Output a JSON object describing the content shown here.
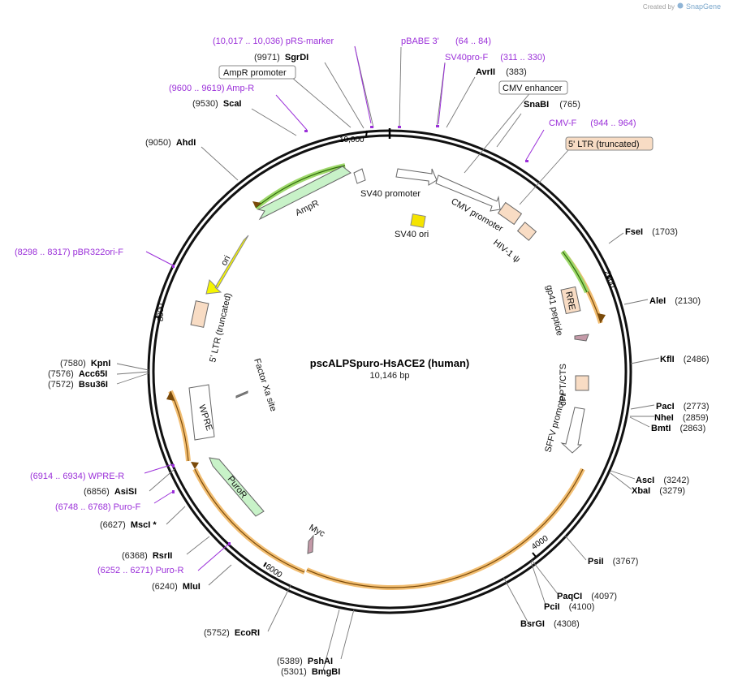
{
  "credit": {
    "prefix": "Created by",
    "brand": "SnapGene"
  },
  "plasmid": {
    "name": "pscALPSpuro-HsACE2 (human)",
    "size": "10,146 bp"
  },
  "ticks": [
    "10,000",
    "2000",
    "4000",
    "6000",
    "8000"
  ],
  "features": {
    "sv40_promoter": "SV40 promoter",
    "cmv_promoter": "CMV promoter",
    "hiv_psi": "HIV-1 ψ",
    "rre": "RRE",
    "gp41": "gp41 peptide",
    "cppt": "cPPT/CTS",
    "sffv": "SFFV promoter",
    "ampr": "AmpR",
    "ori": "ori",
    "sv40_ori": "SV40 ori",
    "ltr_trunc": "5' LTR (truncated)",
    "factor_xa": "Factor Xa site",
    "wpre": "WPRE",
    "puror": "PuroR",
    "myc": "Myc"
  },
  "boxed_labels": {
    "ampr_promoter": "AmpR promoter",
    "cmv_enhancer": "CMV enhancer",
    "ltr5": "5' LTR (truncated)"
  },
  "enzymes": [
    {
      "pos": "(9971)",
      "name": "SgrDI"
    },
    {
      "pos": "(9530)",
      "name": "ScaI"
    },
    {
      "pos": "(9050)",
      "name": "AhdI"
    },
    {
      "pos": "(383)",
      "name": "AvrII"
    },
    {
      "pos": "(765)",
      "name": "SnaBI"
    },
    {
      "pos": "(1703)",
      "name": "FseI"
    },
    {
      "pos": "(2130)",
      "name": "AleI"
    },
    {
      "pos": "(2486)",
      "name": "KflI"
    },
    {
      "pos": "(2773)",
      "name": "PacI"
    },
    {
      "pos": "(2859)",
      "name": "NheI"
    },
    {
      "pos": "(2863)",
      "name": "BmtI"
    },
    {
      "pos": "(3242)",
      "name": "AscI"
    },
    {
      "pos": "(3279)",
      "name": "XbaI"
    },
    {
      "pos": "(3767)",
      "name": "PsiI"
    },
    {
      "pos": "(4097)",
      "name": "PaqCI"
    },
    {
      "pos": "(4100)",
      "name": "PciI"
    },
    {
      "pos": "(4308)",
      "name": "BsrGI"
    },
    {
      "pos": "(5389)",
      "name": "PshAI"
    },
    {
      "pos": "(5301)",
      "name": "BmgBI"
    },
    {
      "pos": "(5752)",
      "name": "EcoRI"
    },
    {
      "pos": "(6240)",
      "name": "MluI"
    },
    {
      "pos": "(6368)",
      "name": "RsrII"
    },
    {
      "pos": "(6627)",
      "name": "MscI *"
    },
    {
      "pos": "(6856)",
      "name": "AsiSI"
    },
    {
      "pos": "(7580)",
      "name": "KpnI"
    },
    {
      "pos": "(7576)",
      "name": "Acc65I"
    },
    {
      "pos": "(7572)",
      "name": "Bsu36I"
    }
  ],
  "primers": [
    {
      "pos": "(10,017 .. 10,036)",
      "name": "pRS-marker"
    },
    {
      "pos": "",
      "name": "pBABE 3'"
    },
    {
      "pos": "(64 .. 84)",
      "name": ""
    },
    {
      "pos": "(311 .. 330)",
      "name": "SV40pro-F"
    },
    {
      "pos": "(9600 .. 9619)",
      "name": "Amp-R"
    },
    {
      "pos": "(944 .. 964)",
      "name": "CMV-F"
    },
    {
      "pos": "(8298 .. 8317)",
      "name": "pBR322ori-F"
    },
    {
      "pos": "(6914 .. 6934)",
      "name": "WPRE-R"
    },
    {
      "pos": "(6748 .. 6768)",
      "name": "Puro-F"
    },
    {
      "pos": "(6252 .. 6271)",
      "name": "Puro-R"
    }
  ]
}
